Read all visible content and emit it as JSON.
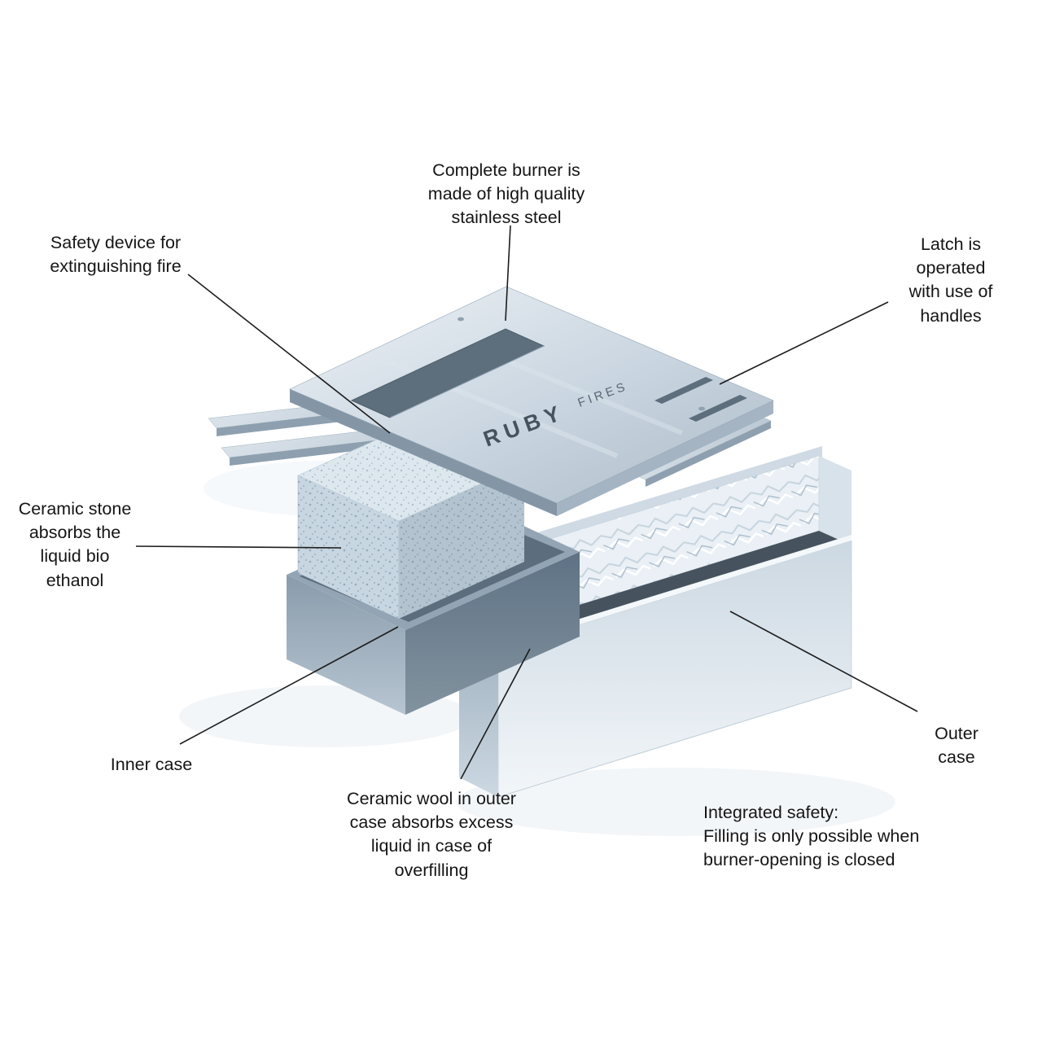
{
  "diagram": {
    "brand": {
      "word1": "RUBY",
      "word2": "FIRES"
    },
    "labels": {
      "complete_burner": "Complete burner is\nmade of high quality\nstainless steel",
      "safety_device": "Safety device for\nextinguishing fire",
      "latch": "Latch is operated\nwith use of\nhandles",
      "ceramic_stone": "Ceramic stone\nabsorbs the\nliquid bio\nethanol",
      "inner_case": "Inner case",
      "ceramic_wool": "Ceramic wool in outer\ncase absorbs excess\nliquid in case of\noverfilling",
      "outer_case": "Outer case",
      "integrated_safety": "Integrated safety:\nFilling is only possible when\nburner-opening is closed"
    },
    "colors": {
      "background": "#ffffff",
      "text": "#151515",
      "leader_line": "#1d1d1d",
      "steel_light": "#edf2f6",
      "steel_mid": "#b6c4d1",
      "steel_dark": "#8496a6",
      "ceramic_stone": "#c7d6e1",
      "ceramic_wool": "#eaf0f5",
      "interior_dark": "#46535e"
    }
  }
}
